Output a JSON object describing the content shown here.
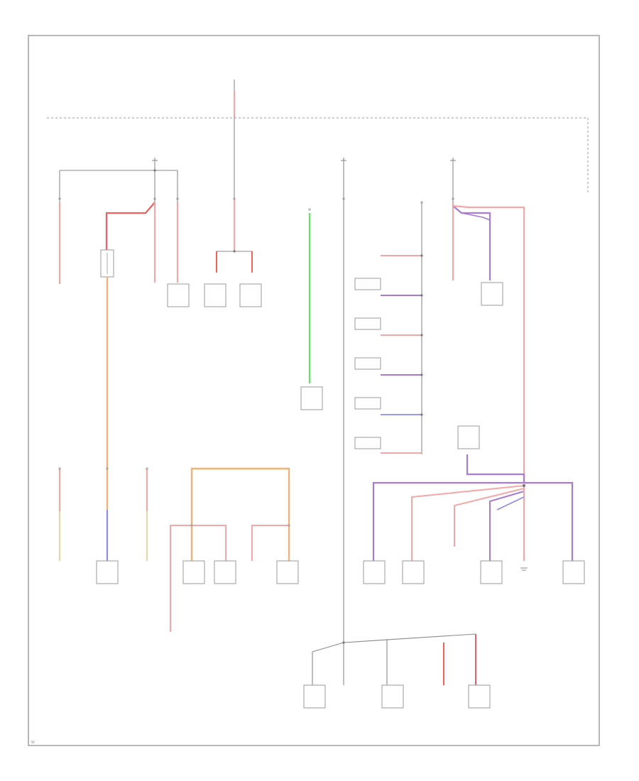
{
  "footer": {
    "code": "W"
  },
  "colors": {
    "frame": "#9a9a9a",
    "ground_wire": "#8a8a8a",
    "wire_red": "#f06060",
    "wire_pink": "#f5a7a7",
    "wire_orange": "#f6b170",
    "wire_green": "#6fe06f",
    "wire_violet": "#a77bd6",
    "wire_blue": "#8b8bf0",
    "wire_tan": "#e0d8a6"
  },
  "icons": [
    "fuse-symbol",
    "connector-pin",
    "splice-node",
    "ground-symbol"
  ]
}
